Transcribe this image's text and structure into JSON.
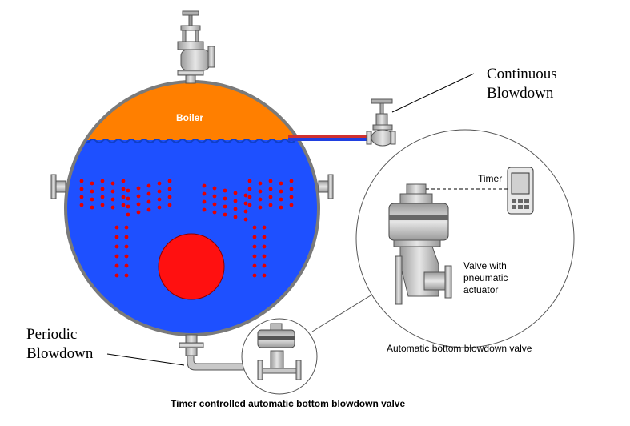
{
  "diagram": {
    "boiler_label": "Boiler",
    "continuous_blowdown_label": "Continuous\nBlowdown",
    "periodic_blowdown_label": "Periodic\nBlowdown",
    "timer_label": "Timer",
    "valve_label": "Valve with\npneumatic\nactuator",
    "inset_caption": "Automatic bottom blowdown valve",
    "main_caption": "Timer controlled automatic bottom blowdown valve"
  },
  "colors": {
    "steam": "#FF7F00",
    "water": "#1E50FF",
    "bubbles": "#E60000",
    "furnace": "#FF1010",
    "shell": "#808080",
    "pipe_hot": "#D03030",
    "pipe_cold": "#2040E0"
  }
}
